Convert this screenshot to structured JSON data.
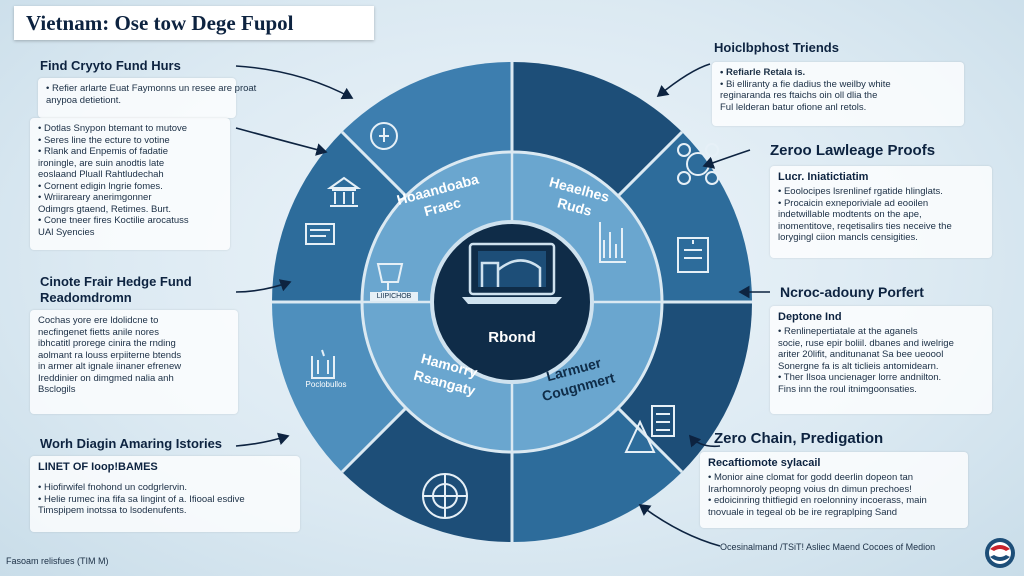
{
  "title": "Vietnam: Ose tow Dege Fupol",
  "left": {
    "s1": {
      "heading": "Find Cryyto Fund Hurs",
      "intro": [
        "Refier arlarte Euat Faymonns un resee are proat",
        "anypoa detietiont."
      ],
      "bullets": [
        "Dotlas Snypon btemant to mutove",
        "Seres line the ecture to votine",
        "Rlank and Enpemis of fadatie",
        "ironingle, are suin anodtis late",
        "eoslaand Pluall Rahtludechah",
        "Cornent edigin lngrie fomes.",
        "Wriirareary anerimgonner",
        "Odimgrs gtaend, Retimes. Burt.",
        "Cone tneer fires Koctilie arocatuss",
        "UAl Syencies"
      ]
    },
    "s2": {
      "heading": "Cinote Frair Hedge Fund Readomdromn",
      "lines": [
        "Cochas yore ere ldolidcne to",
        "necfingenet fietts anile nores",
        "ibhcatitl prorege cinira the rnding",
        "aolmant ra louss erpiiterne btends",
        "in armer alt ignale iinaner efrenew",
        "Ireddinier on dimgmed nalia anh",
        "Bsclogils"
      ]
    },
    "s3": {
      "heading": "Worh Diagin Amaring Istories",
      "sub": "LINET OF Ioop!BAMES",
      "lines": [
        "Hiofirwifel fnohond un codgrlervin.",
        "Helie rumec ina fifa sa lingint of a. Ifiooal esdive",
        "Timspipem inotssa to lsodenufents."
      ]
    }
  },
  "right": {
    "s1": {
      "heading": "Hoiclbphost Triends",
      "lines": [
        "Refiarle Retala is.",
        "Bi elliranty a fie dadius the weilby white",
        "reginaranda res ftaichs oin oll dlia the",
        "Ful lelderan batur ofione anl retols."
      ]
    },
    "s2": {
      "heading": "Zeroo Lawleage Proofs",
      "sub": "Lucr. Iniatictiatim",
      "lines": [
        "Eoolocipes lsrenlinef rgatide hlinglats.",
        "Procaicin exneporiviale ad eooilen",
        "indetwillable modtents on the ape,",
        "inomentitove, reqetisalirs ties neceive the",
        "lorygingl ciion mancls censigities."
      ]
    },
    "s3": {
      "heading": "Ncroc-adouny Porfert",
      "sub": "Deptone Ind",
      "lines": [
        "Renlinepertiatale at the aganels",
        "socie, ruse epir boliil. dbanes and iwelrige",
        "ariter 20lifit, anditunanat Sa bee ueoool",
        "Sonergne fa is alt ticlieis antomidearn.",
        "Ther Ilsoa uncienager lorre andnilton.",
        "Fins inn the roul itnimgoonsaties."
      ]
    },
    "s4": {
      "heading": "Zero Chain, Predigation",
      "sub": "Recaftiomote sylacail",
      "lines": [
        "Monior aine clomat for godd deerlin dopeon tan",
        "Irarhomnoroly peopng voius dn dimun prechoes!",
        "edoicinring thitfiegid en roelonniny incoerass, main",
        "tnovuale in tegeal ob be ire regraplping Sand"
      ]
    }
  },
  "wheel": {
    "center_label": "Rbond",
    "seg_top_left": [
      "Hoaandoaba",
      "Fraec"
    ],
    "seg_top_right": [
      "Heaelhes",
      "Ruds"
    ],
    "seg_bottom_left": [
      "Hamorry",
      "Rsangaty"
    ],
    "seg_bottom_right": [
      "Larmuer",
      "Cougnmert"
    ],
    "icon_labels": [
      "LIIPICHOB",
      "Poclobullos"
    ]
  },
  "footer_left": "Fasoam relisfues (TIM M)",
  "footer_right": "Ocesinalmand /TSiT! Asliec Maend Cocoes of Medion",
  "colors": {
    "navy": "#0f3554",
    "blue_dark": "#1d4e78",
    "blue_mid": "#2d6c9b",
    "blue_light": "#4e8fbd",
    "ring_inner": "#6aa6cf",
    "center_disc": "#0f2c48",
    "background": "#dbe9f2"
  },
  "icons": [
    "bottle-icon",
    "bar-chart-icon",
    "bank-icon",
    "document-icon",
    "pictogram-icon",
    "drone-icon",
    "chart-icon",
    "certificate-icon",
    "trophy-icon",
    "compass-icon",
    "cone-chart-icon",
    "laptop-icon",
    "logo-icon"
  ]
}
